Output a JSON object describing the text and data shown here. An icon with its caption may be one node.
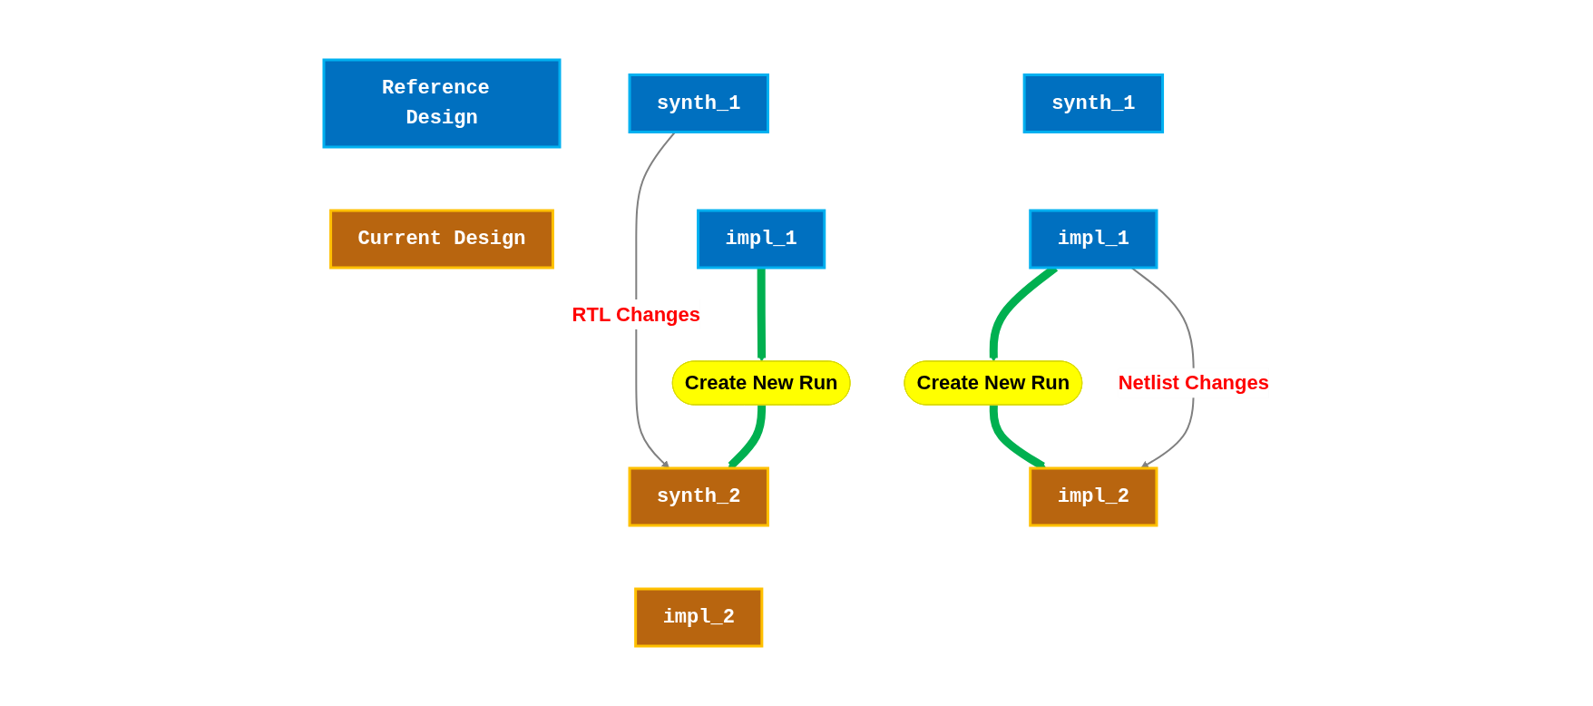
{
  "diagram": {
    "nodes": [
      {
        "text": [
          "Reference Design"
        ]
      },
      {
        "text": [
          "synth_1"
        ]
      },
      {
        "text": [
          "impl_1"
        ]
      },
      {
        "text": [
          "Create New Run"
        ]
      },
      {
        "text": [
          "Current Design"
        ]
      },
      {
        "text": [
          "synth_2"
        ]
      },
      {
        "text": [
          "impl_2"
        ]
      },
      {
        "text": [
          "synth_1"
        ]
      },
      {
        "text": [
          "impl_1"
        ]
      },
      {
        "text": [
          "Create New Run"
        ]
      },
      {
        "text": [
          "impl_2"
        ]
      }
    ],
    "edges": [
      {
        "from": 2,
        "to": 3,
        "arrow": "to"
      },
      {
        "from": 3,
        "to": 5,
        "arrow": "to"
      },
      {
        "from": 1,
        "to": 5,
        "arrow": "to",
        "label": "RTL Changes",
        "color": "#808080"
      },
      {
        "from": 8,
        "to": 9,
        "arrow": "to"
      },
      {
        "from": 9,
        "to": 10,
        "arrow": "to"
      },
      {
        "from": 8,
        "to": 10,
        "arrow": "to",
        "label": "Netlist Changes",
        "color": "#808080"
      }
    ]
  }
}
